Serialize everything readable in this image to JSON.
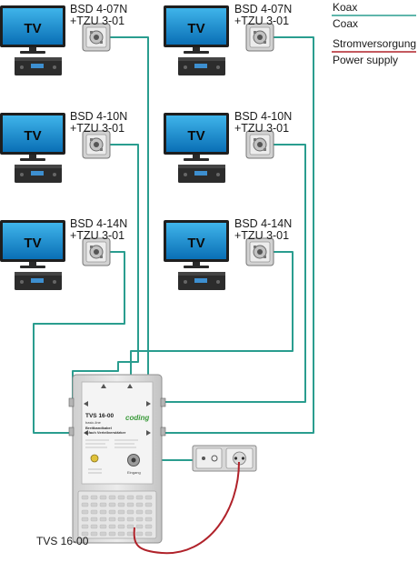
{
  "legend": {
    "coax_de": "Koax",
    "coax_en": "Coax",
    "power_de": "Stromversorgung",
    "power_en": "Power supply",
    "coax_color": "#2a9d8f",
    "power_color": "#b0222a"
  },
  "tv_label": "TV",
  "outlets": [
    {
      "line1": "BSD 4-07N",
      "line2": "+TZU 3-01"
    },
    {
      "line1": "BSD 4-07N",
      "line2": "+TZU 3-01"
    },
    {
      "line1": "BSD 4-10N",
      "line2": "+TZU 3-01"
    },
    {
      "line1": "BSD 4-10N",
      "line2": "+TZU 3-01"
    },
    {
      "line1": "BSD 4-14N",
      "line2": "+TZU 3-01"
    },
    {
      "line1": "BSD 4-14N",
      "line2": "+TZU 3-01"
    }
  ],
  "amplifier": {
    "model": "TVS 16-00",
    "subtitle": "basic-line",
    "desc1": "Breitbandkabel",
    "desc2": "6-fach Verteilverstärker",
    "brand": "coding",
    "caption": "TVS 16-00",
    "port_label": "Eingang"
  }
}
